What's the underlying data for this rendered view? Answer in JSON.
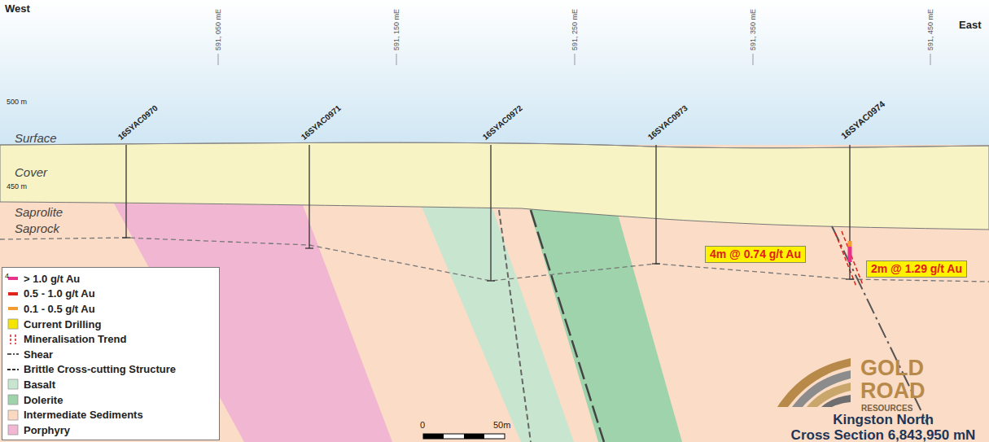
{
  "diagram": {
    "nodes": [
      {
        "text": [
          "4m @ 0.74 g/t Au"
        ]
      },
      {
        "text": [
          "2m @ 1.29 g/t Au"
        ]
      }
    ],
    "labels": [
      "West",
      "East",
      "591, 050 mE",
      "591, 150 mE",
      "591, 250 mE",
      "591, 350 mE",
      "591, 450 mE",
      "500 m",
      "450 m",
      "4",
      "Surface",
      "Cover",
      "Saprolite",
      "Saprock",
      "16SYAC0970",
      "16SYAC0971",
      "16SYAC0972",
      "16SYAC0973",
      "16SYAC0974",
      "0",
      "50m",
      "GOLD",
      "ROAD",
      "RESOURCES",
      "Kingston North",
      "Cross Section 6,843,950 mN"
    ],
    "legend": [
      {
        "text": "> 1.0 g/t Au",
        "color": "#e8318a"
      },
      {
        "text": "0.5 - 1.0 g/t Au",
        "color": "#e2231a"
      },
      {
        "text": "0.1 - 0.5 g/t Au",
        "color": "#f39c33"
      },
      {
        "text": "Current Drilling",
        "color": "#f5e400"
      },
      {
        "text": "Mineralisation Trend"
      },
      {
        "text": "Shear"
      },
      {
        "text": "Brittle Cross-cutting Structure"
      },
      {
        "text": "Basalt",
        "color": "#c8e6cf"
      },
      {
        "text": "Dolerite",
        "color": "#9fd3ac"
      },
      {
        "text": "Intermediate Sediments",
        "color": "#fbd8c0"
      },
      {
        "text": "Porphyry",
        "color": "#f1b6d2"
      }
    ]
  }
}
